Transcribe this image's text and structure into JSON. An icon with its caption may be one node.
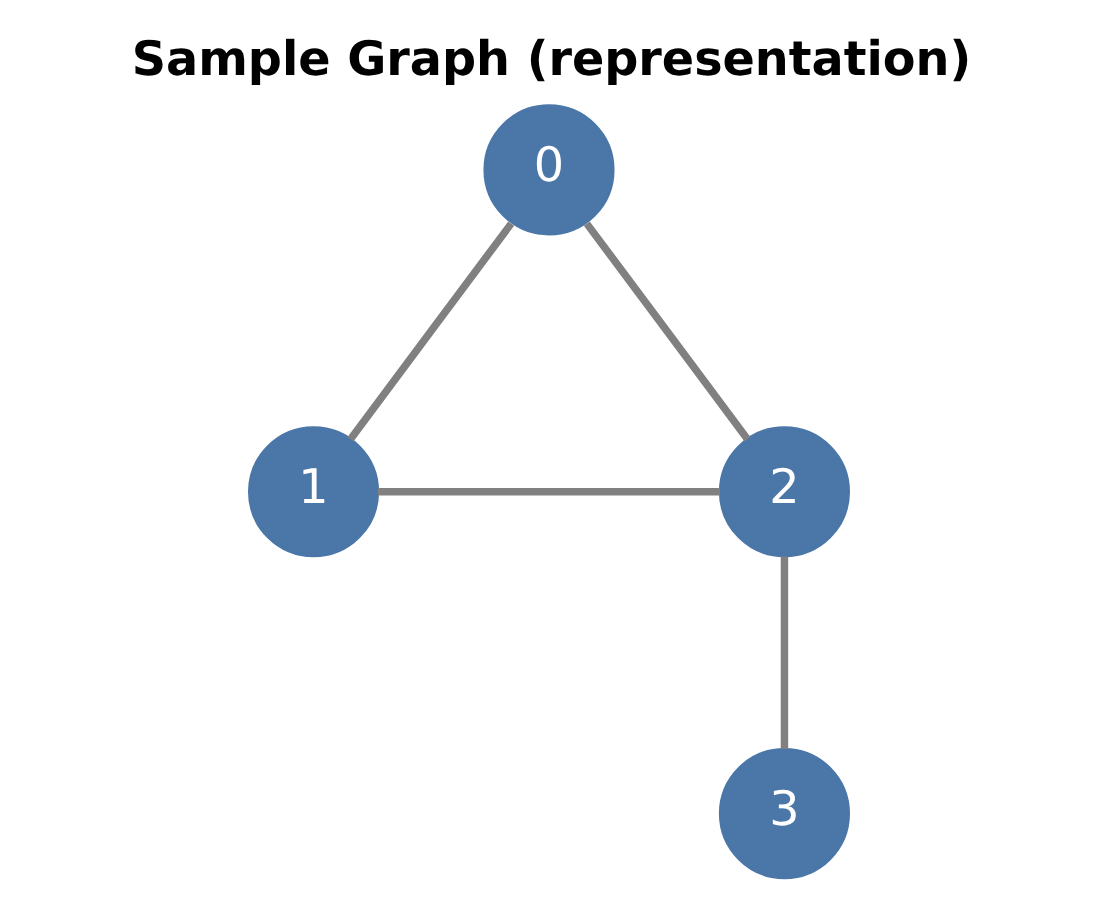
{
  "diagram": {
    "title": "Sample Graph (representation)",
    "nodes": [
      {
        "text": [
          "0"
        ]
      },
      {
        "text": [
          "1"
        ]
      },
      {
        "text": [
          "2"
        ]
      },
      {
        "text": [
          "3"
        ]
      }
    ],
    "edges": [
      {
        "from": 0,
        "to": 1,
        "arrow": "none"
      },
      {
        "from": 0,
        "to": 2,
        "arrow": "none"
      },
      {
        "from": 1,
        "to": 2,
        "arrow": "none"
      },
      {
        "from": 2,
        "to": 3,
        "arrow": "none"
      }
    ]
  }
}
